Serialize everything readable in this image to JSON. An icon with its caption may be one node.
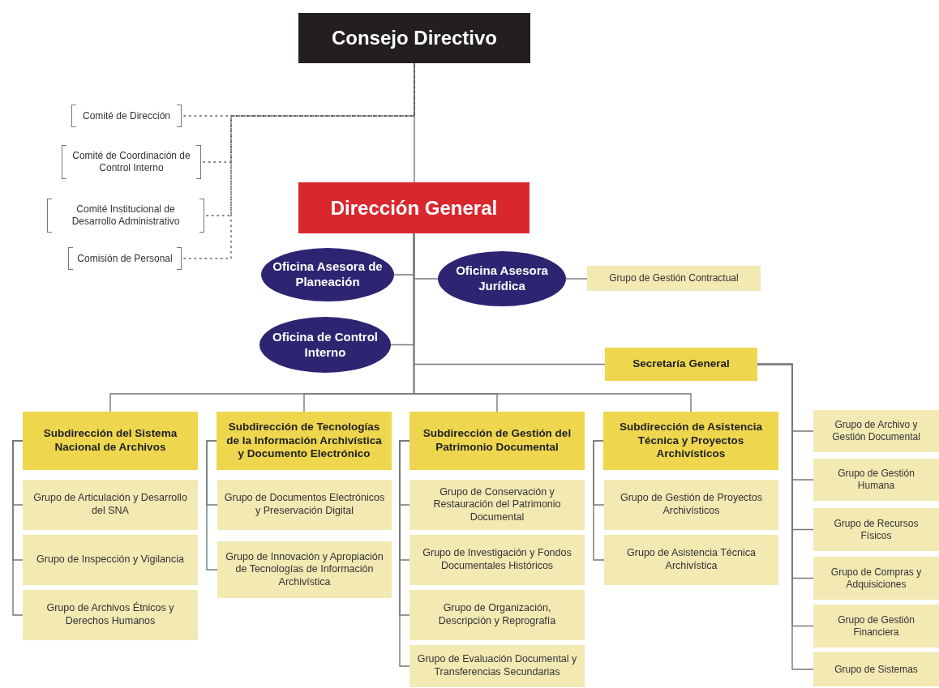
{
  "diagram": {
    "nodes": [
      {
        "text": [
          "Consejo Directivo"
        ]
      },
      {
        "text": [
          "Comité de Dirección"
        ]
      },
      {
        "text": [
          "Comité de Coordinación de Control Interno"
        ]
      },
      {
        "text": [
          "Comité Institucional de Desarrollo Administrativo"
        ]
      },
      {
        "text": [
          "Comisión de Personal"
        ]
      },
      {
        "text": [
          "Dirección General"
        ]
      },
      {
        "text": [
          "Oficina Asesora de Planeación"
        ]
      },
      {
        "text": [
          "Oficina Asesora Jurídica"
        ]
      },
      {
        "text": [
          "Grupo de Gestión Contractual"
        ]
      },
      {
        "text": [
          "Oficina de Control Interno"
        ]
      },
      {
        "text": [
          "Secretaría General"
        ]
      },
      {
        "text": [
          "Subdirección del Sistema Nacional de Archivos"
        ]
      },
      {
        "text": [
          "Grupo de Articulación y Desarrollo del SNA"
        ]
      },
      {
        "text": [
          "Grupo de Inspección y Vigilancia"
        ]
      },
      {
        "text": [
          "Grupo de Archivos Étnicos y Derechos Humanos"
        ]
      },
      {
        "text": [
          "Subdirección de Tecnologías de la Información Archivística y Documento Electrónico"
        ]
      },
      {
        "text": [
          "Grupo de Documentos Electrónicos y Preservación Digital"
        ]
      },
      {
        "text": [
          "Grupo de Innovación y Apropiación de Tecnologías de Información Archivística"
        ]
      },
      {
        "text": [
          "Subdirección de Gestión del Patrimonio Documental"
        ]
      },
      {
        "text": [
          "Grupo de Conservación y Restauración del Patrimonio Documental"
        ]
      },
      {
        "text": [
          "Grupo de Investigación y Fondos Documentales Históricos"
        ]
      },
      {
        "text": [
          "Grupo de Organización, Descripción y Reprografía"
        ]
      },
      {
        "text": [
          "Grupo de Evaluación Documental y Transferencias Secundarias"
        ]
      },
      {
        "text": [
          "Subdirección de Asistencia Técnica y Proyectos Archivísticos"
        ]
      },
      {
        "text": [
          "Grupo de Gestión de Proyectos Archivísticos"
        ]
      },
      {
        "text": [
          "Grupo de Asistencia Técnica Archivística"
        ]
      },
      {
        "text": [
          "Grupo de Archivo y Gestión Documental"
        ]
      },
      {
        "text": [
          "Grupo de Gestión Humana"
        ]
      },
      {
        "text": [
          "Grupo de Recursos Físicos"
        ]
      },
      {
        "text": [
          "Grupo de Compras y Adquisiciones"
        ]
      },
      {
        "text": [
          "Grupo de Gestión Financiera"
        ]
      },
      {
        "text": [
          "Grupo de Sistemas"
        ]
      }
    ],
    "edges": [
      {
        "from": 0,
        "to": 5,
        "arrow": "none"
      },
      {
        "from": 1,
        "to": 0,
        "arrow": "none",
        "style": "dashed"
      },
      {
        "from": 2,
        "to": 0,
        "arrow": "none",
        "style": "dashed"
      },
      {
        "from": 3,
        "to": 0,
        "arrow": "none",
        "style": "dashed"
      },
      {
        "from": 4,
        "to": 0,
        "arrow": "none",
        "style": "dashed"
      },
      {
        "from": 5,
        "to": 6,
        "arrow": "none"
      },
      {
        "from": 5,
        "to": 7,
        "arrow": "none"
      },
      {
        "from": 7,
        "to": 8,
        "arrow": "none"
      },
      {
        "from": 5,
        "to": 9,
        "arrow": "none"
      },
      {
        "from": 5,
        "to": 10,
        "arrow": "none"
      },
      {
        "from": 5,
        "to": 11,
        "arrow": "none"
      },
      {
        "from": 5,
        "to": 15,
        "arrow": "none"
      },
      {
        "from": 5,
        "to": 18,
        "arrow": "none"
      },
      {
        "from": 5,
        "to": 23,
        "arrow": "none"
      },
      {
        "from": 11,
        "to": 12,
        "arrow": "none"
      },
      {
        "from": 11,
        "to": 13,
        "arrow": "none"
      },
      {
        "from": 11,
        "to": 14,
        "arrow": "none"
      },
      {
        "from": 15,
        "to": 16,
        "arrow": "none"
      },
      {
        "from": 15,
        "to": 17,
        "arrow": "none"
      },
      {
        "from": 18,
        "to": 19,
        "arrow": "none"
      },
      {
        "from": 18,
        "to": 20,
        "arrow": "none"
      },
      {
        "from": 18,
        "to": 21,
        "arrow": "none"
      },
      {
        "from": 18,
        "to": 22,
        "arrow": "none"
      },
      {
        "from": 23,
        "to": 24,
        "arrow": "none"
      },
      {
        "from": 23,
        "to": 25,
        "arrow": "none"
      },
      {
        "from": 10,
        "to": 26,
        "arrow": "none"
      },
      {
        "from": 10,
        "to": 27,
        "arrow": "none"
      },
      {
        "from": 10,
        "to": 28,
        "arrow": "none"
      },
      {
        "from": 10,
        "to": 29,
        "arrow": "none"
      },
      {
        "from": 10,
        "to": 30,
        "arrow": "none"
      },
      {
        "from": 10,
        "to": 31,
        "arrow": "none"
      }
    ]
  }
}
